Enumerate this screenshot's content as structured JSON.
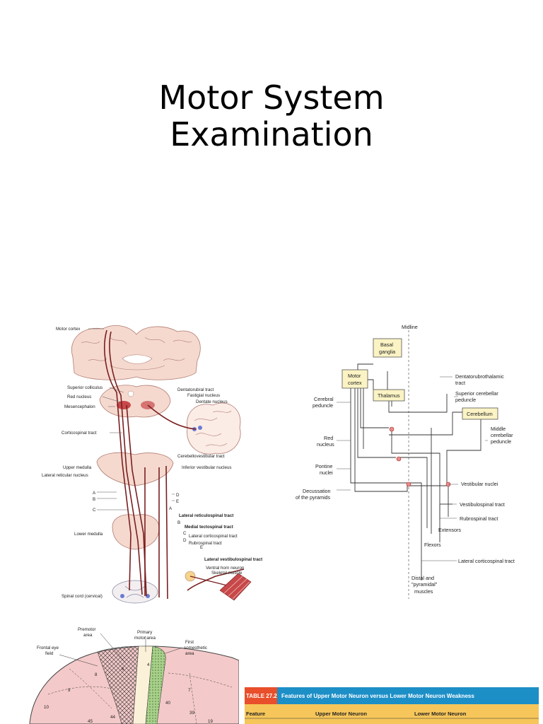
{
  "slide": {
    "title_line1": "Motor System",
    "title_line2": "Examination"
  },
  "anatomy_figure": {
    "labels": {
      "motor_cortex": "Motor cortex",
      "superior_colliculus": "Superior colliculus",
      "red_nucleus": "Red nucleus",
      "mesencephalon": "Mesencephalon",
      "corticospinal_tract": "Corticospinal tract",
      "dentatorubral_tract": "Dentatorubral tract",
      "fastigial_nucleus": "Fastigial nucleus",
      "dentate_nucleus": "Dentate nucleus",
      "cerebellovestibular_tract": "Cerebellovestibular tract",
      "upper_medulla": "Upper medulla",
      "inferior_vestibular_nucleus": "Inferior vestibular nucleus",
      "lateral_reticular_nucleus": "Lateral reticular nucleus",
      "a": "A",
      "b": "B",
      "c": "C",
      "d": "D",
      "e": "E",
      "lateral_reticulospinal_tract": "Lateral reticulospinal tract",
      "medial_tectospinal_tract": "Medial tectospinal tract",
      "lateral_corticospinal_tract": "Lateral corticospinal tract",
      "rubrospinal_tract": "Rubrospinal tract",
      "lateral_vestibulospinal_tract": "Lateral vestibulospinal tract",
      "lower_medulla": "Lower medulla",
      "ventral_horn_neuron": "Ventral horn neuron",
      "skeletal_muscle": "Skeletal muscle",
      "spinal_cord_cervical": "Spinal cord (cervical)"
    }
  },
  "pathway_diagram": {
    "midline": "Midline",
    "boxes": {
      "basal_ganglia_1": "Basal",
      "basal_ganglia_2": "ganglia",
      "motor_cortex_1": "Motor",
      "motor_cortex_2": "cortex",
      "thalamus": "Thalamus",
      "cerebellum": "Cerebellum"
    },
    "labels": {
      "cerebral_peduncle_1": "Cerebral",
      "cerebral_peduncle_2": "peduncle",
      "red_nucleus_1": "Red",
      "red_nucleus_2": "nucleus",
      "pontine_nuclei_1": "Pontine",
      "pontine_nuclei_2": "nuclei",
      "decussation_1": "Decussation",
      "decussation_2": "of the pyramids",
      "dentatorubrothalamic_1": "Dentatorubrothalamic",
      "dentatorubrothalamic_2": "tract",
      "superior_cerebellar_1": "Superior cerebellar",
      "superior_cerebellar_2": "peduncle",
      "middle_cerebellar_1": "Middle",
      "middle_cerebellar_2": "cerebellar",
      "middle_cerebellar_3": "peduncle",
      "vestibular_nuclei": "Vestibular nuclei",
      "vestibulospinal_tract": "Vestibulospinal tract",
      "rubrospinal_tract": "Rubrospinal tract",
      "extensors": "Extensors",
      "flexors": "Flexors",
      "lateral_corticospinal_tract": "Lateral corticospinal tract",
      "distal_1": "Distal and",
      "distal_2": "\"pyramidal\"",
      "distal_3": "muscles"
    }
  },
  "cortex_map": {
    "labels": {
      "premotor_1": "Premotor",
      "premotor_2": "area",
      "primary_1": "Primary",
      "primary_2": "motor area",
      "frontal_eye_1": "Frontal eye",
      "frontal_eye_2": "field",
      "first_somesthetic_1": "First",
      "first_somesthetic_2": "somesthetic",
      "first_somesthetic_3": "area",
      "area_8": "8",
      "area_6": "6",
      "area_4": "4",
      "area_9": "9",
      "area_10": "10",
      "area_44": "44",
      "area_45": "45",
      "area_40": "40",
      "area_7": "7",
      "area_39": "39",
      "area_19": "19"
    }
  },
  "table": {
    "number": "TABLE 27.2",
    "caption": "Features of Upper Motor Neuron versus Lower Motor Neuron Weakness",
    "col_feature": "Feature",
    "col_upper": "Upper Motor Neuron",
    "col_lower": "Lower Motor Neuron"
  },
  "colors": {
    "table_header": "#1d8fc7",
    "table_band": "#f6c65a",
    "diagram_box": "#fbf3c4",
    "tract": "#7a1f1f",
    "brain_tissue": "#f5d9cf"
  }
}
